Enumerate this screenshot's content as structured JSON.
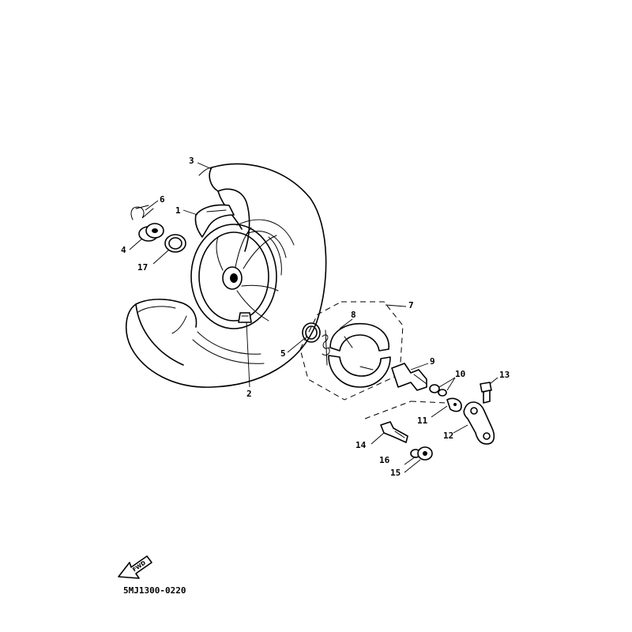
{
  "diagram": {
    "drawing_code": "5MJ1300-0220",
    "direction_label": "FWD",
    "callouts": [
      {
        "id": "c1",
        "label": "1"
      },
      {
        "id": "c2",
        "label": "2"
      },
      {
        "id": "c3",
        "label": "3"
      },
      {
        "id": "c4",
        "label": "4"
      },
      {
        "id": "c5",
        "label": "5"
      },
      {
        "id": "c6",
        "label": "6"
      },
      {
        "id": "c7",
        "label": "7"
      },
      {
        "id": "c8",
        "label": "8"
      },
      {
        "id": "c9",
        "label": "9"
      },
      {
        "id": "c10",
        "label": "10"
      },
      {
        "id": "c11",
        "label": "11"
      },
      {
        "id": "c12",
        "label": "12"
      },
      {
        "id": "c13",
        "label": "13"
      },
      {
        "id": "c14",
        "label": "14"
      },
      {
        "id": "c15",
        "label": "15"
      },
      {
        "id": "c16",
        "label": "16"
      },
      {
        "id": "c17",
        "label": "17"
      }
    ]
  }
}
